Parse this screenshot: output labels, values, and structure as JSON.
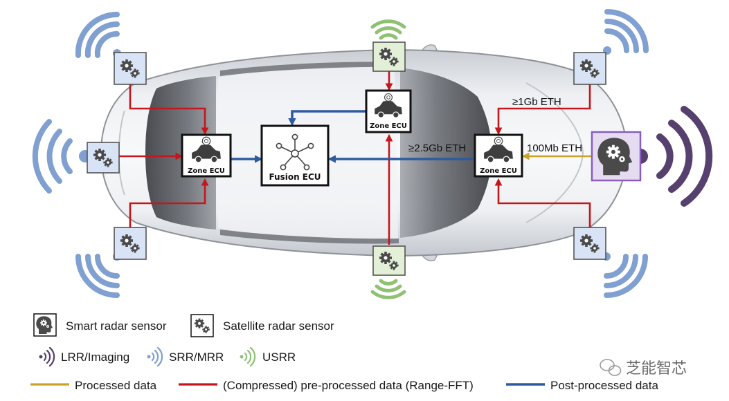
{
  "colors": {
    "processed": "#c9a227",
    "preprocessed": "#c4161c",
    "postprocessed": "#2e5aa0",
    "srr_wave": "#7fa0d0",
    "usrr_wave": "#8fc173",
    "lrr_wave": "#55406e",
    "satellite_fill": "#d8e4f6",
    "usrr_fill": "#e3f0d7",
    "smart_fill": "#e6dcf2",
    "smart_border": "#8a5cc2"
  },
  "nodes": {
    "zone_left": "Zone ECU",
    "zone_top": "Zone ECU",
    "zone_right": "Zone ECU",
    "fusion": "Fusion ECU"
  },
  "links": {
    "eth_1gb": "≥1Gb ETH",
    "eth_25gb": "≥2.5Gb ETH",
    "eth_100mb": "100Mb ETH"
  },
  "legend": {
    "smart": "Smart radar sensor",
    "satellite": "Satellite radar sensor",
    "lrr": "LRR/Imaging",
    "srr": "SRR/MRR",
    "usrr": "USRR",
    "processed": "Processed data",
    "preprocessed": "(Compressed) pre-processed data (Range-FFT)",
    "postprocessed": "Post-processed data"
  },
  "watermark": "芝能智芯"
}
